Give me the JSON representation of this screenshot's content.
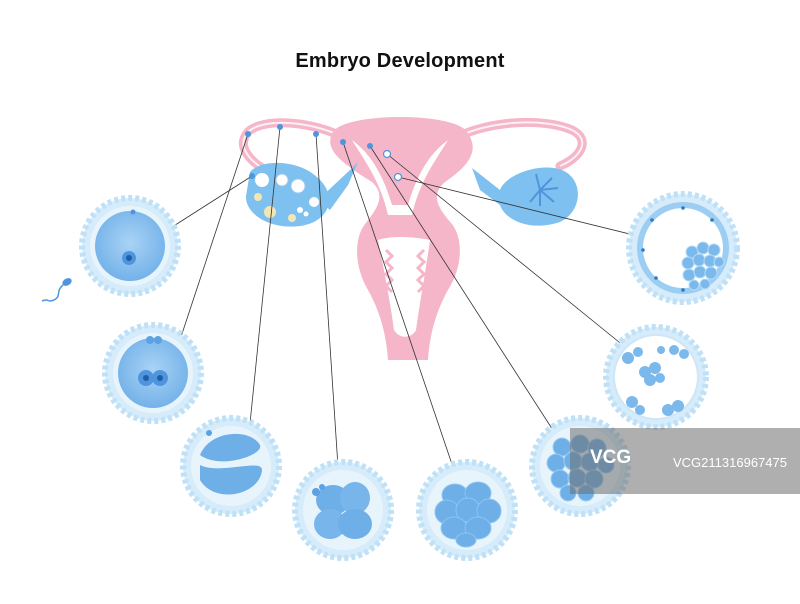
{
  "title": "Embryo Development",
  "watermark": {
    "logo_text": "VCG",
    "text": "VCG21131696​7475"
  },
  "colors": {
    "uterus": "#f4b6c8",
    "ovary": "#7ec0ef",
    "cell_fill": "#8cc0ee",
    "zona": "#bfe1f7",
    "cell_dark": "#2f78c4",
    "leader": "#333333"
  }
}
